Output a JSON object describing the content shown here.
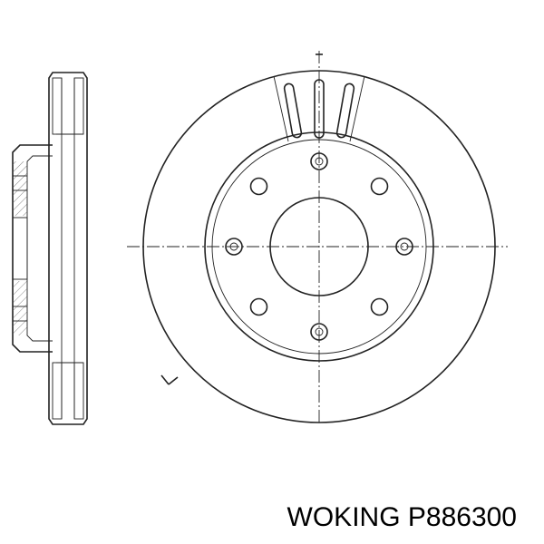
{
  "caption": {
    "brand": "WOKING",
    "part_number": "P886300"
  },
  "drawing": {
    "stroke_color": "#222222",
    "background_color": "#ffffff",
    "stud_count": 8,
    "vent_slot_count": 3
  }
}
